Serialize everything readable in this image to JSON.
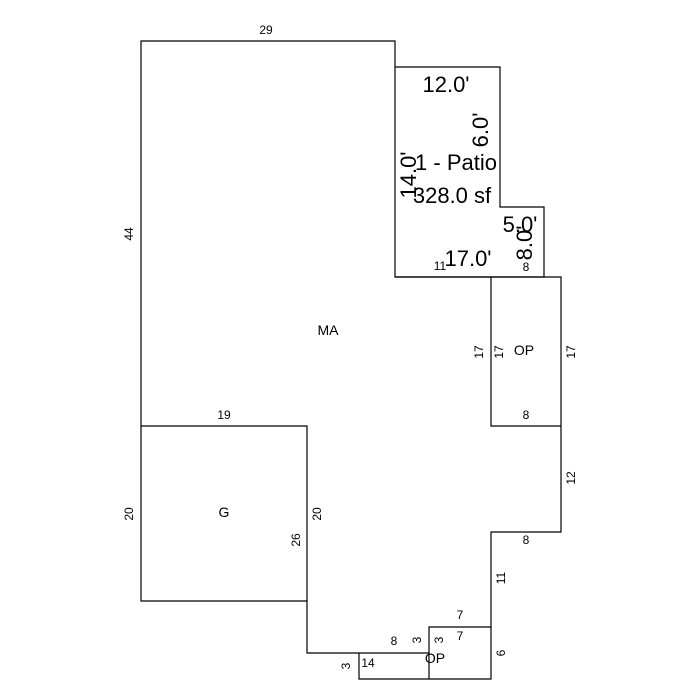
{
  "main_area": {
    "label": "MA",
    "dims": {
      "top": "29",
      "left": "44",
      "garage_top": "19",
      "right_lower": "12",
      "step_8": "8",
      "step_11": "11"
    }
  },
  "garage": {
    "label": "G",
    "dims": {
      "left": "20",
      "right": "20",
      "inner": "26"
    }
  },
  "porch_right": {
    "label": "OP",
    "dims": {
      "left": "17",
      "inner": "17",
      "right": "17",
      "bottom": "8",
      "top": "8"
    }
  },
  "porch_bottom": {
    "label": "OP",
    "dims": {
      "top": "7",
      "inner_top": "7",
      "left": "3",
      "inner_left": "3",
      "right": "6",
      "bottom": "14",
      "outer_left": "3",
      "step": "8"
    }
  },
  "patio": {
    "title": "1 - Patio",
    "area": "328.0 sf",
    "dims": {
      "top": "12.0'",
      "right_upper": "6.0'",
      "left": "14.0'",
      "step_top": "5.0'",
      "step_right": "8.0'",
      "bottom": "17.0'",
      "small_bottom": "11",
      "small_right": "8"
    }
  }
}
